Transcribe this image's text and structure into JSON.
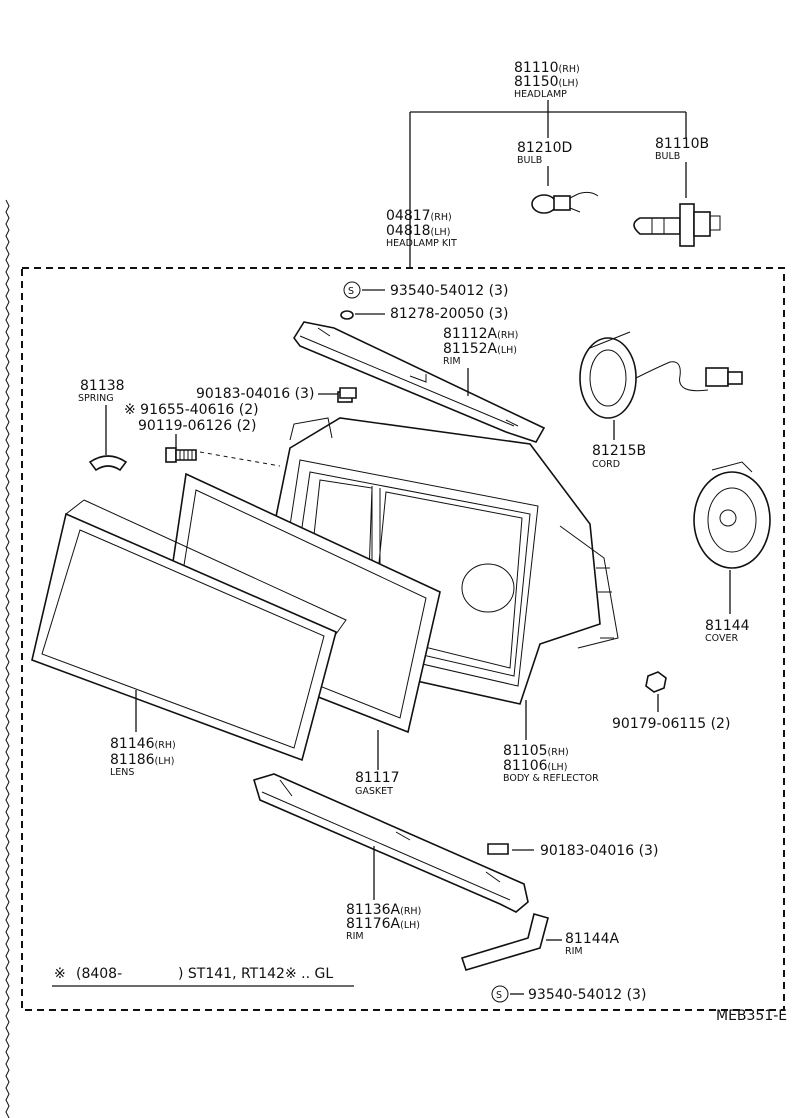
{
  "headlamp": {
    "pn1": "81110",
    "suf1": "(RH)",
    "pn2": "81150",
    "suf2": "(LH)",
    "name": "HEADLAMP"
  },
  "bulb_small": {
    "pn": "81210D",
    "name": "BULB"
  },
  "bulb_h4": {
    "pn": "81110B",
    "name": "BULB"
  },
  "kit": {
    "pn1": "04817",
    "suf1": "(RH)",
    "pn2": "04818",
    "suf2": "(LH)",
    "name": "HEADLAMP KIT"
  },
  "screw_top": {
    "text": "93540-54012 (3)",
    "symbol": "S"
  },
  "washer": {
    "text": "81278-20050 (3)"
  },
  "rim_upper": {
    "pn1": "81112A",
    "suf1": "(RH)",
    "pn2": "81152A",
    "suf2": "(LH)",
    "name": "RIM"
  },
  "spring": {
    "pn": "81138",
    "name": "SPRING"
  },
  "nut_upper": {
    "text": "90183-04016 (3)"
  },
  "bolt_marked": {
    "text": "※ 91655-40616 (2)"
  },
  "bolt": {
    "text": "90119-06126 (2)"
  },
  "cord": {
    "pn": "81215B",
    "name": "CORD"
  },
  "cover": {
    "pn": "81144",
    "name": "COVER"
  },
  "nut_side": {
    "text": "90179-06115 (2)"
  },
  "lens": {
    "pn1": "81146",
    "suf1": "(RH)",
    "pn2": "81186",
    "suf2": "(LH)",
    "name": "LENS"
  },
  "gasket": {
    "pn": "81117",
    "name": "GASKET"
  },
  "body": {
    "pn1": "81105",
    "suf1": "(RH)",
    "pn2": "81106",
    "suf2": "(LH)",
    "name": "BODY & REFLECTOR"
  },
  "nut_lower": {
    "text": "90183-04016 (3)"
  },
  "rim_lower": {
    "pn1": "81136A",
    "suf1": "(RH)",
    "pn2": "81176A",
    "suf2": "(LH)",
    "name": "RIM"
  },
  "rim_bracket": {
    "pn": "81144A",
    "name": "RIM"
  },
  "screw_bottom": {
    "text": "93540-54012 (3)",
    "symbol": "S"
  },
  "footnote": {
    "mark": "※",
    "range": "(8408-",
    "models": ") ST141, RT142※ .. GL"
  },
  "diagram_code": "MEB351-E"
}
